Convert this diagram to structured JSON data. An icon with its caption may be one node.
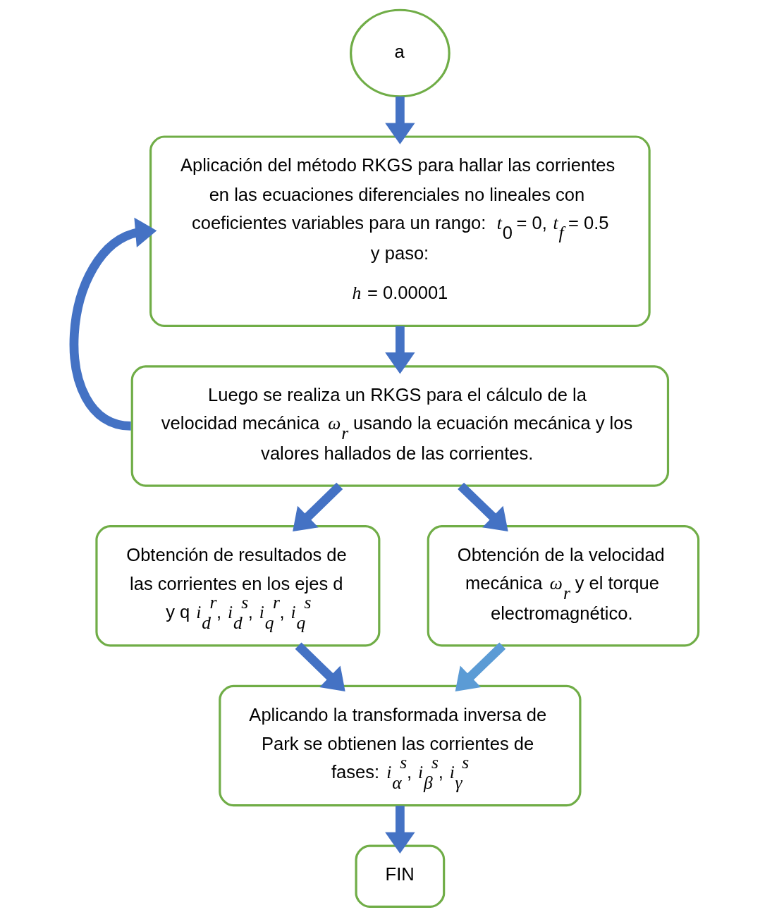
{
  "diagram": {
    "nodes": [
      {
        "text": [
          "a"
        ]
      },
      {
        "text": [
          "Aplicación del método RKGS para hallar las corrientes en las ecuaciones diferenciales no lineales con coeficientes variables para un rango: *t*$_{0}$ = 0, *t*$_{f}$ = 0.5 y paso:",
          "*h* = 0.00001"
        ]
      },
      {
        "text": [
          "Luego se realiza un RKGS para el cálculo de la velocidad mecánica *ω*$_{r}$ usando la ecuación mecánica y los valores hallados de las corrientes."
        ]
      },
      {
        "text": [
          "Obtención de resultados de las corrientes en los ejes d y q *i*$_{d}$$^{r}$, *i*$_{d}$$^{s}$, *i*$_{q}$$^{r}$, *i*$_{q}$$^{s}$"
        ]
      },
      {
        "text": [
          "Obtención de la velocidad mecánica *ω*$_{r}$ y el torque electromagnético."
        ]
      },
      {
        "text": [
          "Aplicando la transformada inversa de Park se obtienen las corrientes de fases: *i*$_{α}$$^{s}$, *i*$_{β}$$^{s}$, *i*$_{γ}$$^{s}$"
        ]
      },
      {
        "text": [
          "FIN"
        ]
      }
    ],
    "edges": [
      {
        "from": 0,
        "to": 1,
        "arrow": "to"
      },
      {
        "from": 1,
        "to": 2,
        "arrow": "to"
      },
      {
        "from": 2,
        "to": 1,
        "arrow": "to"
      },
      {
        "from": 2,
        "to": 3,
        "arrow": "to"
      },
      {
        "from": 2,
        "to": 4,
        "arrow": "to"
      },
      {
        "from": 3,
        "to": 5,
        "arrow": "to"
      },
      {
        "from": 4,
        "to": 5,
        "arrow": "to",
        "color": "#5b9bd5"
      },
      {
        "from": 5,
        "to": 6,
        "arrow": "to"
      }
    ]
  }
}
